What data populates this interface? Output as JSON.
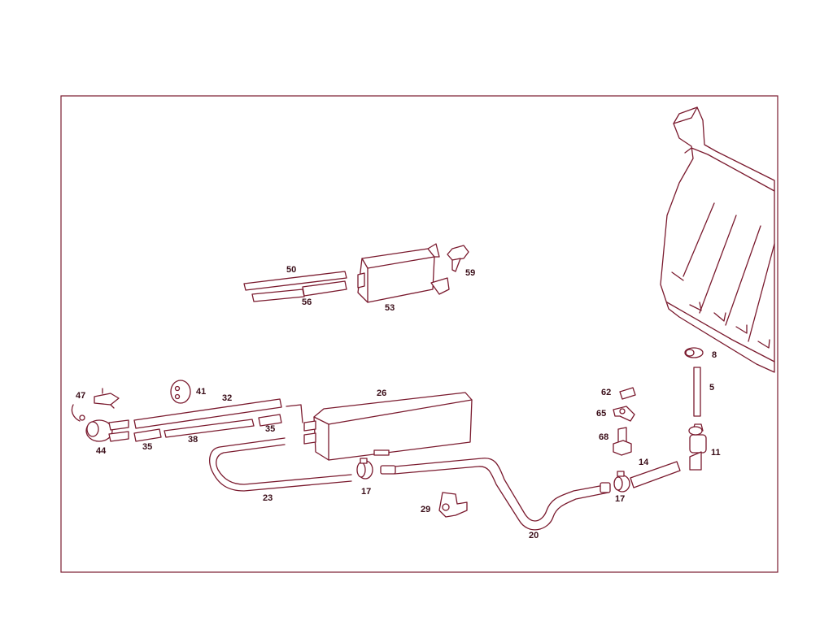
{
  "colors": {
    "ink": "#7a1a2e",
    "label": "#3a0d18",
    "background": "#ffffff"
  },
  "callouts": {
    "c5": "5",
    "c8": "8",
    "c11": "11",
    "c14": "14",
    "c17a": "17",
    "c17b": "17",
    "c20": "20",
    "c23": "23",
    "c26": "26",
    "c29": "29",
    "c32": "32",
    "c35a": "35",
    "c35b": "35",
    "c38": "38",
    "c41": "41",
    "c44": "44",
    "c47": "47",
    "c50": "50",
    "c53": "53",
    "c56": "56",
    "c59": "59",
    "c62": "62",
    "c65": "65",
    "c68": "68"
  }
}
